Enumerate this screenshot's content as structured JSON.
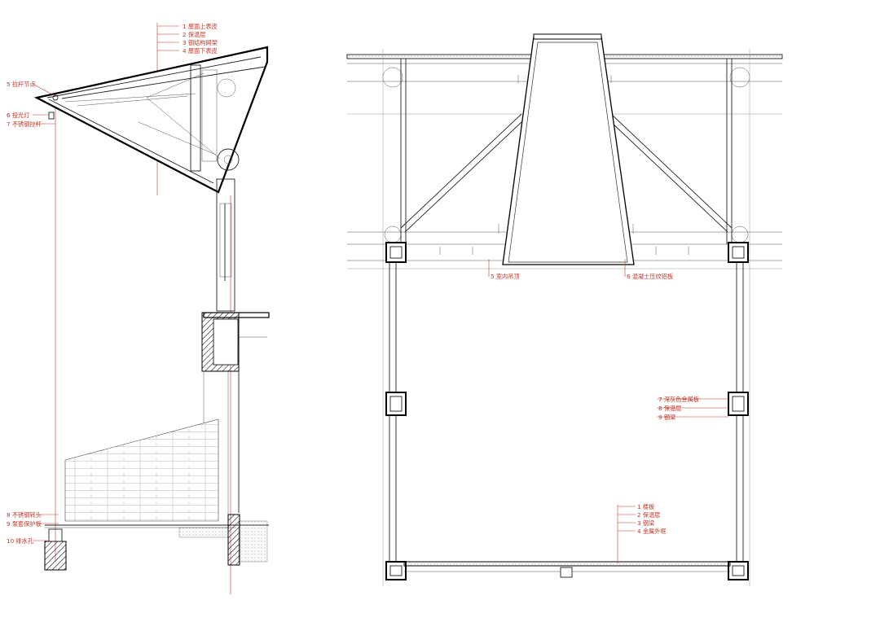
{
  "section_labels": [
    {
      "text": "1 屋面上表皮"
    },
    {
      "text": "2 保温层"
    },
    {
      "text": "3 钢结构网架"
    },
    {
      "text": "4 屋面下表皮"
    },
    {
      "text": "5 拉杆节点"
    },
    {
      "text": "6 投光灯"
    },
    {
      "text": "7 不锈钢拉杆"
    },
    {
      "text": "8 不锈钢转头"
    },
    {
      "text": "9 泵套保护板"
    },
    {
      "text": "10 排水孔"
    }
  ],
  "plan_labels": {
    "top": [
      {
        "text": "5 室内吊顶"
      },
      {
        "text": "6 混凝土压纹铝板"
      }
    ],
    "right": [
      {
        "text": "7 深灰色金属板"
      },
      {
        "text": "8 保温层"
      },
      {
        "text": "9 钢梁"
      }
    ],
    "bottom": [
      {
        "text": "1 楼板"
      },
      {
        "text": "2 保温层"
      },
      {
        "text": "3 钢梁"
      },
      {
        "text": "4 金属外框"
      }
    ]
  },
  "colors": {
    "annotation": "#c0392b",
    "line": "#222222"
  }
}
